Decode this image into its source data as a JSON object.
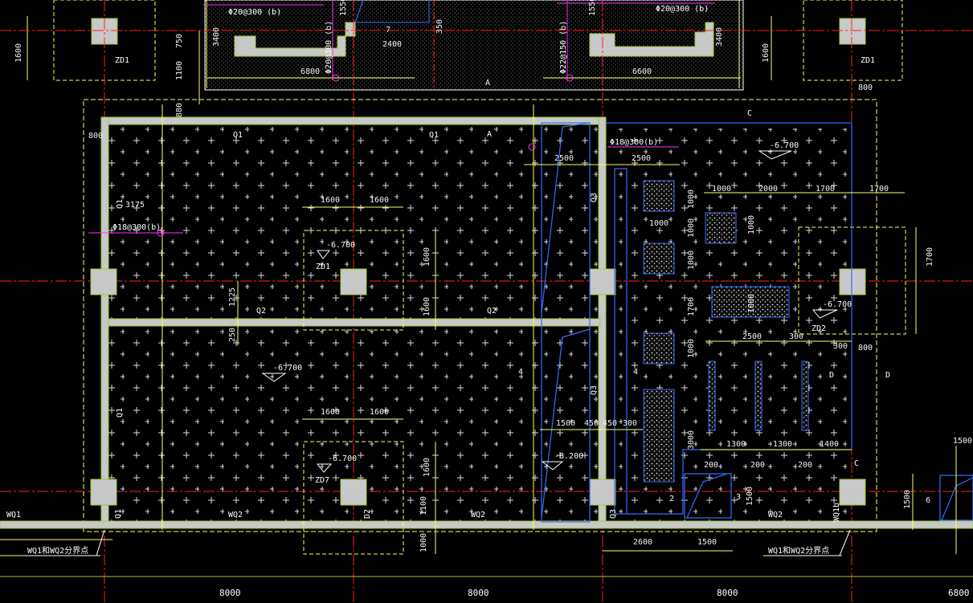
{
  "colors": {
    "background": "#000000",
    "wall": "#c8c8c8",
    "wall_edge": "#9acd32",
    "axis_red": "#ff2020",
    "dimension": "#ffff66",
    "dashed_outline": "#ffff66",
    "blue_line": "#3a6bff",
    "magenta_rebar": "#ff33ff",
    "text": "#ffffff"
  },
  "top_area": {
    "left_col_label": "ZD1",
    "right_col_label": "ZD1",
    "left_col_dim": "1600",
    "right_col_dim": "1600",
    "rebar_left_top": "Φ20@300 (b)",
    "rebar_right_top": "Φ20@300 (b)",
    "rebar_vertical_left": "Φ20@300 (b)",
    "rebar_vertical_right": "Φ22@150 (b)",
    "dim_750": "750",
    "dim_1100": "1100",
    "dim_880": "880",
    "dim_3400_left": "3400",
    "dim_3400_right": "3400",
    "dim_1550_left": "1550",
    "dim_1550_right": "1550",
    "dim_350": "350",
    "dim_2400": "2400",
    "dim_6800": "6800",
    "dim_6600": "6600",
    "dim_7": "7",
    "section_A": "A"
  },
  "plan": {
    "dim_800_left": "800",
    "dim_800_right": "800",
    "q1_top_left": "Q1",
    "q1_top_right": "Q1",
    "q1_left_1": "Q1",
    "q1_left_2": "Q1",
    "q1_left_bottom": "Q1",
    "q1_dim": "3175",
    "rebar_left": "Φ18@300(b)",
    "rebar_center": "Φ18@300(b)",
    "section_A_mid": "A",
    "q2_left": "Q2",
    "q2_right": "Q2",
    "q3_upper": "Q3",
    "q3_lower": "Q3",
    "q3_bottom": "Q3",
    "d2_label": "D2",
    "elev_zd1": "-6.700",
    "zd1_label": "ZD1",
    "elev_main": "-6.700",
    "elev_zd7": "-6.700",
    "zd7_label": "ZD7",
    "elev_pit": "-8.200",
    "elev_right_top": "-6.700",
    "elev_zd2": "-6.700",
    "zd2_label": "ZD2",
    "dim_1600_a": "1600",
    "dim_1600_b": "1600",
    "dim_1600_c": "1600",
    "dim_1600_d": "1600",
    "dim_1600_v1": "1600",
    "dim_1600_v2": "1600",
    "dim_1600_v3": "1600",
    "dim_1225": "1225",
    "dim_250": "250",
    "dim_2500_a": "2500",
    "dim_2500_b": "2500",
    "dim_2500_c": "2500",
    "dim_1500_a": "1500",
    "dim_450_a": "450",
    "dim_450_b": "450",
    "dim_300_a": "300",
    "dim_300_b": "300",
    "dim_300_c": "300",
    "dim_1000_a": "1000",
    "dim_1000_b": "1000",
    "dim_1000_c": "1000",
    "dim_1000_d": "1000",
    "dim_1000_e": "1000",
    "dim_1000_f": "1000",
    "dim_1000_g": "1000",
    "dim_1000_h": "1000",
    "dim_1700_a": "1700",
    "dim_1700_b": "1700",
    "dim_1700_c": "1700",
    "dim_1700_d": "1700",
    "dim_2000": "2000",
    "dim_1100": "1100",
    "dim_1000_bottom": "1000",
    "dim_1300_a": "1300",
    "dim_1300_b": "1300",
    "dim_1400": "1400",
    "dim_200_a": "200",
    "dim_200_b": "200",
    "dim_200_c": "200",
    "dim_2600": "2600",
    "dim_1500_b": "1500",
    "dim_1500_c": "1500",
    "dim_1500_d": "1500",
    "dim_800_d": "800",
    "dim_3000": "3000",
    "dim_6": "6",
    "num_4_a": "4",
    "num_4_b": "4",
    "num_2": "2",
    "num_3": "3",
    "label_D_a": "D",
    "label_D_b": "D",
    "label_C_a": "C",
    "label_C_b": "C",
    "wall_wq1": "WQ1",
    "wall_wq2_a": "WQ2",
    "wall_wq2_b": "WQ2",
    "wall_wq2_c": "WQ2",
    "wall_wq1b": "WQ1b",
    "boundary_left": "WQ1和WQ2分界点",
    "boundary_right": "WQ1和WQ2分界点"
  },
  "bottom_axis": {
    "spans": [
      "8000",
      "8000",
      "8000",
      "6800"
    ]
  }
}
